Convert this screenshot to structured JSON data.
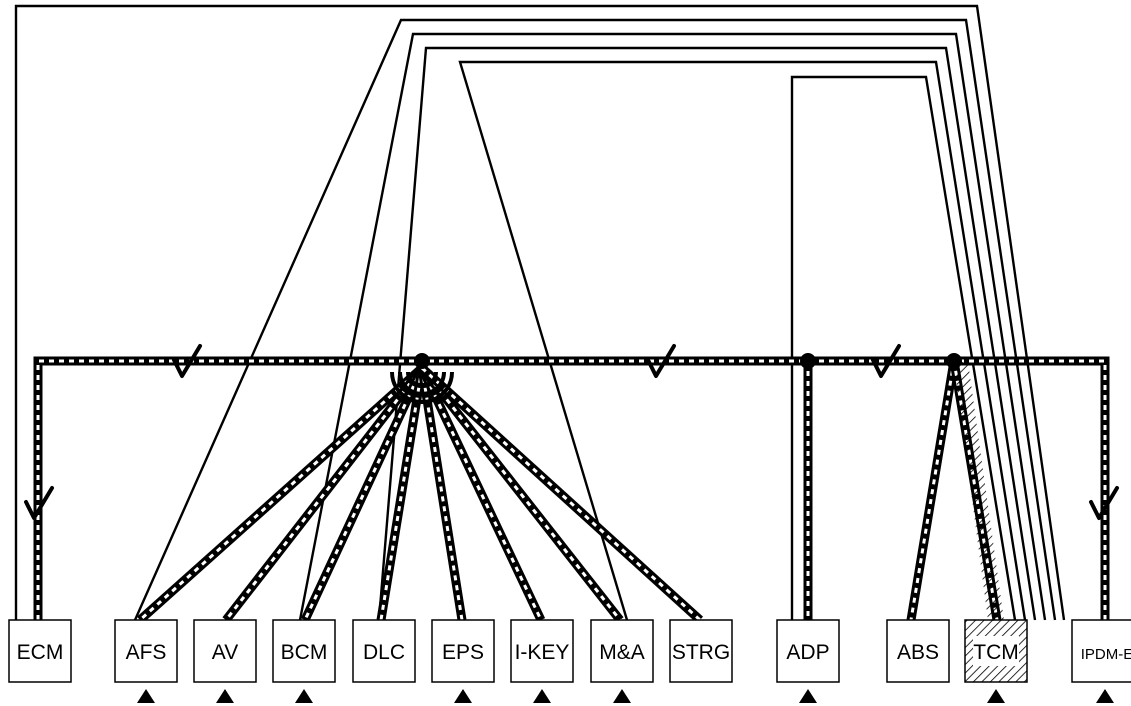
{
  "diagram": {
    "nodes": [
      {
        "id": "ecm",
        "label": "ECM"
      },
      {
        "id": "afs",
        "label": "AFS"
      },
      {
        "id": "av",
        "label": "AV"
      },
      {
        "id": "bcm",
        "label": "BCM"
      },
      {
        "id": "dlc",
        "label": "DLC"
      },
      {
        "id": "eps",
        "label": "EPS"
      },
      {
        "id": "ikey",
        "label": "I-KEY"
      },
      {
        "id": "ma",
        "label": "M&A"
      },
      {
        "id": "strg",
        "label": "STRG"
      },
      {
        "id": "adp",
        "label": "ADP"
      },
      {
        "id": "abs",
        "label": "ABS"
      },
      {
        "id": "tcm",
        "label": "TCM"
      },
      {
        "id": "ipdm",
        "label": "IPDM-E"
      }
    ],
    "colors": {
      "line": "#000000",
      "background": "#ffffff",
      "hatch": "#000000"
    },
    "marks": {
      "check": "check-mark-icon",
      "triangle": "triangle-marker-icon",
      "junction": "junction-dot-icon"
    }
  }
}
